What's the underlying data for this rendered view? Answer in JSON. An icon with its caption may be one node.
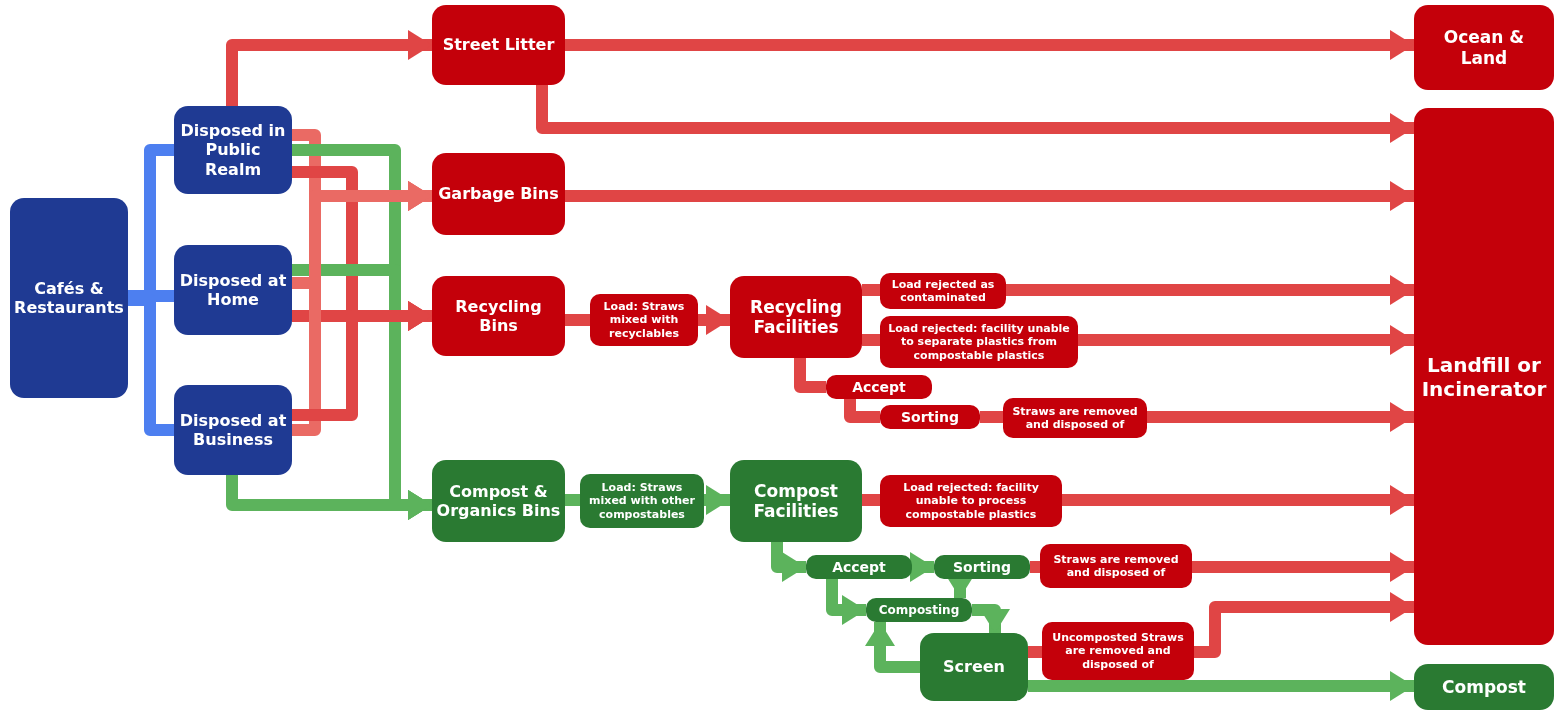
{
  "diagram": {
    "nodes": [
      {
        "text": [
          "Cafés & Restaurants"
        ]
      },
      {
        "text": [
          "Disposed in Public Realm"
        ]
      },
      {
        "text": [
          "Disposed at Home"
        ]
      },
      {
        "text": [
          "Disposed at Business"
        ]
      },
      {
        "text": [
          "Street Litter"
        ]
      },
      {
        "text": [
          "Garbage Bins"
        ]
      },
      {
        "text": [
          "Recycling Bins"
        ]
      },
      {
        "text": [
          "Compost & Organics Bins"
        ]
      },
      {
        "text": [
          "Load: Straws mixed with recyclables"
        ]
      },
      {
        "text": [
          "Recycling Facilities"
        ]
      },
      {
        "text": [
          "Load rejected as contaminated"
        ]
      },
      {
        "text": [
          "Load rejected: facility unable to separate plastics from compostable plastics"
        ]
      },
      {
        "text": [
          "Accept"
        ]
      },
      {
        "text": [
          "Sorting"
        ]
      },
      {
        "text": [
          "Straws are removed and disposed of"
        ]
      },
      {
        "text": [
          "Load: Straws mixed with other compostables"
        ]
      },
      {
        "text": [
          "Compost Facilities"
        ]
      },
      {
        "text": [
          "Load rejected: facility unable to process compostable plastics"
        ]
      },
      {
        "text": [
          "Accept"
        ]
      },
      {
        "text": [
          "Sorting"
        ]
      },
      {
        "text": [
          "Straws are removed and disposed of"
        ]
      },
      {
        "text": [
          "Composting"
        ]
      },
      {
        "text": [
          "Screen"
        ]
      },
      {
        "text": [
          "Uncomposted Straws are removed and disposed of"
        ]
      },
      {
        "text": [
          "Ocean & Land"
        ]
      },
      {
        "text": [
          "Landfill or Incinerator"
        ]
      },
      {
        "text": [
          "Compost"
        ]
      }
    ],
    "edges": [
      {
        "from": 0,
        "to": 1,
        "arrow": "none",
        "color": "#4d7ff0"
      },
      {
        "from": 0,
        "to": 2,
        "arrow": "none",
        "color": "#4d7ff0"
      },
      {
        "from": 0,
        "to": 3,
        "arrow": "none",
        "color": "#4d7ff0"
      },
      {
        "from": 1,
        "to": 4,
        "arrow": "to"
      },
      {
        "from": 1,
        "to": 5,
        "arrow": "to",
        "color": "#ea6a64"
      },
      {
        "from": 1,
        "to": 6,
        "arrow": "to"
      },
      {
        "from": 1,
        "to": 7,
        "arrow": "to",
        "color": "#5cb35c"
      },
      {
        "from": 2,
        "to": 5,
        "arrow": "to",
        "color": "#ea6a64"
      },
      {
        "from": 2,
        "to": 6,
        "arrow": "to"
      },
      {
        "from": 2,
        "to": 7,
        "arrow": "to",
        "color": "#5cb35c"
      },
      {
        "from": 3,
        "to": 5,
        "arrow": "to",
        "color": "#ea6a64"
      },
      {
        "from": 3,
        "to": 6,
        "arrow": "to"
      },
      {
        "from": 3,
        "to": 7,
        "arrow": "to",
        "color": "#5cb35c"
      },
      {
        "from": 4,
        "to": 24,
        "arrow": "to"
      },
      {
        "from": 4,
        "to": 25,
        "arrow": "to"
      },
      {
        "from": 5,
        "to": 25,
        "arrow": "to"
      },
      {
        "from": 6,
        "to": 8,
        "arrow": "none"
      },
      {
        "from": 8,
        "to": 9,
        "arrow": "to"
      },
      {
        "from": 9,
        "to": 10,
        "arrow": "none"
      },
      {
        "from": 10,
        "to": 25,
        "arrow": "to"
      },
      {
        "from": 9,
        "to": 11,
        "arrow": "none"
      },
      {
        "from": 11,
        "to": 25,
        "arrow": "to"
      },
      {
        "from": 9,
        "to": 12,
        "arrow": "none"
      },
      {
        "from": 12,
        "to": 13,
        "arrow": "none"
      },
      {
        "from": 13,
        "to": 14,
        "arrow": "none"
      },
      {
        "from": 14,
        "to": 25,
        "arrow": "to"
      },
      {
        "from": 7,
        "to": 15,
        "arrow": "none",
        "color": "#5cb35c"
      },
      {
        "from": 15,
        "to": 16,
        "arrow": "to",
        "color": "#5cb35c"
      },
      {
        "from": 16,
        "to": 17,
        "arrow": "none"
      },
      {
        "from": 17,
        "to": 25,
        "arrow": "to"
      },
      {
        "from": 16,
        "to": 18,
        "arrow": "to",
        "color": "#5cb35c"
      },
      {
        "from": 18,
        "to": 19,
        "arrow": "to",
        "color": "#5cb35c"
      },
      {
        "from": 19,
        "to": 20,
        "arrow": "none"
      },
      {
        "from": 20,
        "to": 25,
        "arrow": "to"
      },
      {
        "from": 19,
        "to": 21,
        "arrow": "to",
        "color": "#5cb35c"
      },
      {
        "from": 18,
        "to": 21,
        "arrow": "to",
        "color": "#5cb35c"
      },
      {
        "from": 21,
        "to": 22,
        "arrow": "to",
        "color": "#5cb35c"
      },
      {
        "from": 22,
        "to": 21,
        "arrow": "to",
        "color": "#5cb35c"
      },
      {
        "from": 22,
        "to": 23,
        "arrow": "none"
      },
      {
        "from": 23,
        "to": 25,
        "arrow": "to"
      },
      {
        "from": 22,
        "to": 26,
        "arrow": "to",
        "color": "#5cb35c"
      }
    ]
  }
}
